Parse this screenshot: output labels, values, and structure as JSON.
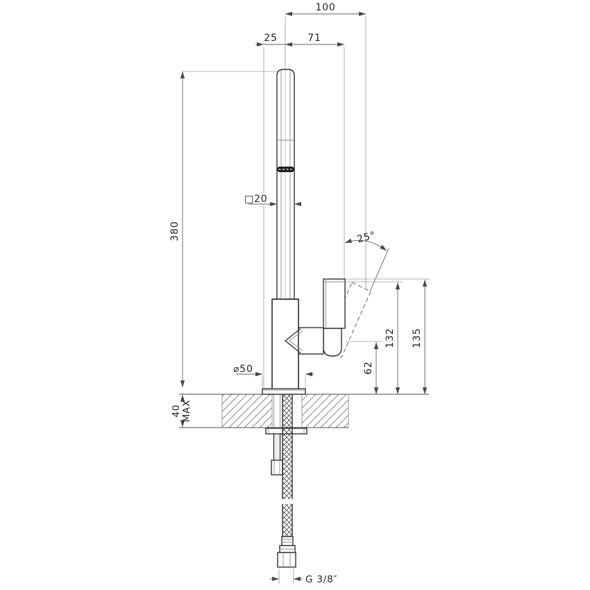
{
  "meta": {
    "drawing_type": "faucet installation dimensional drawing",
    "background_color": "#ffffff",
    "outline_color": "#2f2f2f",
    "dimension_line_color": "#5f5f5f",
    "text_color": "#1f1f1f"
  },
  "dimensions": {
    "overall_reach": "100",
    "base_edge_to_axis": "25",
    "axis_to_handle": "71",
    "spout_section_symbol": "□",
    "spout_section": "20",
    "spout_height": "380",
    "handle_angle": "25°",
    "base_diameter_symbol": "⌀",
    "base_diameter": "50",
    "handle_axis_height": "62",
    "handle_mid_height": "132",
    "handle_top_height": "135",
    "deck_thickness": "40",
    "deck_thickness_note": "MAX",
    "supply_thread": "G  3/8″"
  }
}
